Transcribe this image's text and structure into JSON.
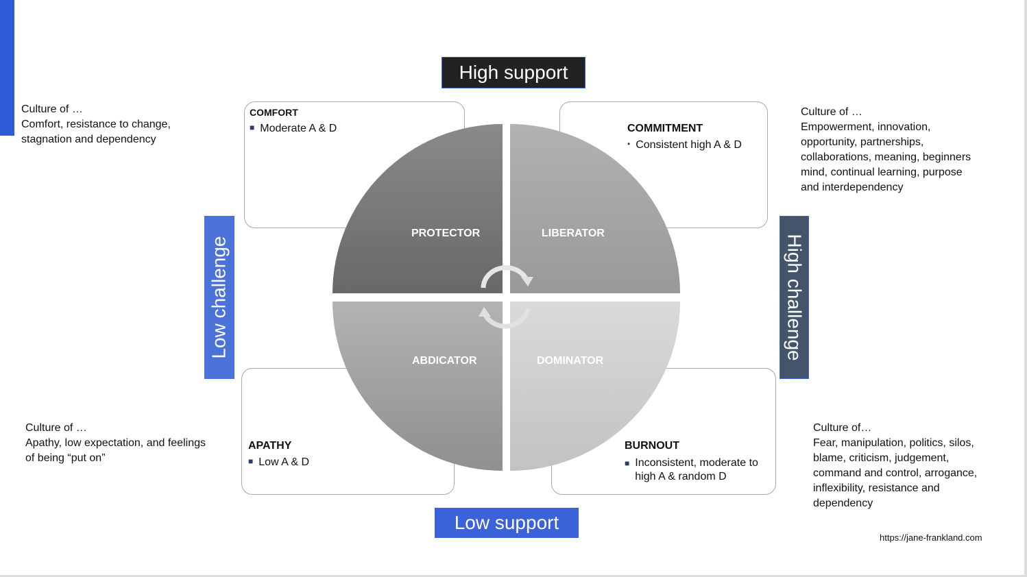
{
  "axes": {
    "top": "High support",
    "bottom": "Low support",
    "left": "Low challenge",
    "right": "High challenge"
  },
  "quadrants": {
    "protector": "PROTECTOR",
    "liberator": "LIBERATOR",
    "abdicator": "ABDICATOR",
    "dominator": "DOMINATOR"
  },
  "boxes": {
    "comfort": {
      "title": "COMFORT",
      "bullet": "Moderate A & D"
    },
    "commitment": {
      "title": "COMMITMENT",
      "bullet": "Consistent high A & D"
    },
    "apathy": {
      "title": "APATHY",
      "bullet": "Low A & D"
    },
    "burnout": {
      "title": "BURNOUT",
      "bullet_lines": [
        "Inconsistent, moderate to",
        "high A & random D"
      ]
    }
  },
  "cultures": {
    "top_left": [
      "Culture of …",
      "Comfort, resistance to change,",
      "stagnation and dependency"
    ],
    "top_right": [
      "Culture of …",
      "Empowerment, innovation,",
      "opportunity, partnerships,",
      "collaborations, meaning, beginners",
      "mind, continual learning, purpose",
      "and interdependency"
    ],
    "bottom_left": [
      "Culture of …",
      "Apathy, low expectation, and feelings",
      "of being “put on”"
    ],
    "bottom_right": [
      "Culture of…",
      "Fear, manipulation, politics, silos,",
      "blame, criticism, judgement,",
      "command and control, arrogance,",
      "inflexibility, resistance and",
      "dependency"
    ]
  },
  "credit": "https://jane-frankland.com",
  "colors": {
    "blue": "#3b62d8",
    "dark": "#222222",
    "slate": "#44546a"
  }
}
